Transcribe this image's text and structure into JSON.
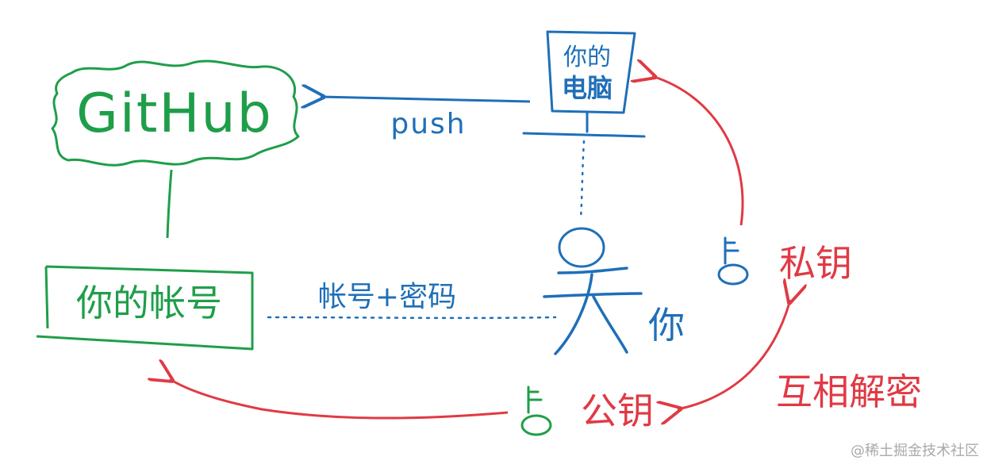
{
  "nodes": {
    "github": {
      "label": "GitHub"
    },
    "account": {
      "label": "你的帐号"
    },
    "computer": {
      "label_line1": "你的",
      "label_line2": "电脑"
    },
    "you": {
      "label": "你"
    },
    "private_key": {
      "label": "私钥"
    },
    "public_key": {
      "label": "公钥"
    }
  },
  "edges": {
    "push": {
      "label": "push"
    },
    "credentials": {
      "label": "帐号+密码"
    },
    "mutual_decrypt": {
      "label": "互相解密"
    }
  },
  "watermark": "@稀土掘金技术社区",
  "colors": {
    "green": "#1f9e4a",
    "blue": "#1f6fb8",
    "red": "#e03a44"
  }
}
